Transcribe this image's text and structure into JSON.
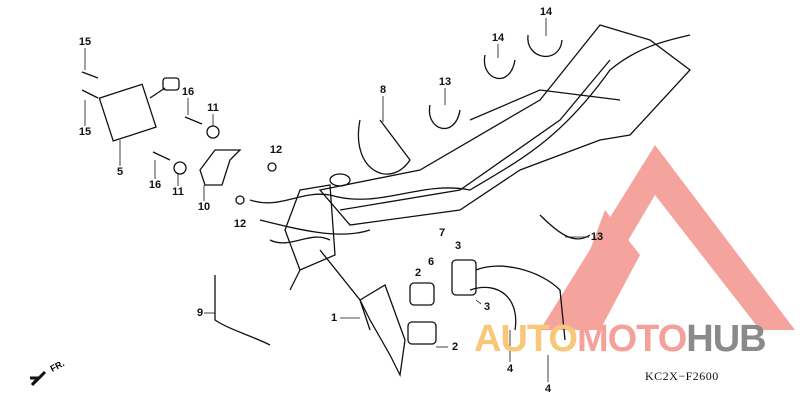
{
  "diagram": {
    "callouts": [
      "15",
      "15",
      "5",
      "16",
      "11",
      "16",
      "11",
      "10",
      "12",
      "12",
      "8",
      "13",
      "14",
      "14",
      "13",
      "7",
      "6",
      "3",
      "2",
      "3",
      "2",
      "1",
      "9",
      "4",
      "4"
    ],
    "drawing_code": "KC2X−F2600",
    "direction_label": "FR.",
    "direction_icon": "arrow-down-left-icon"
  },
  "watermark": {
    "text_part1": "AUTO",
    "text_part2": "MOTO",
    "text_part3": "HUB",
    "colors": {
      "part1": "#f8c77a",
      "part2": "#f6a09a",
      "part3": "#8a8a8a",
      "triangle": "#f4938c"
    }
  }
}
